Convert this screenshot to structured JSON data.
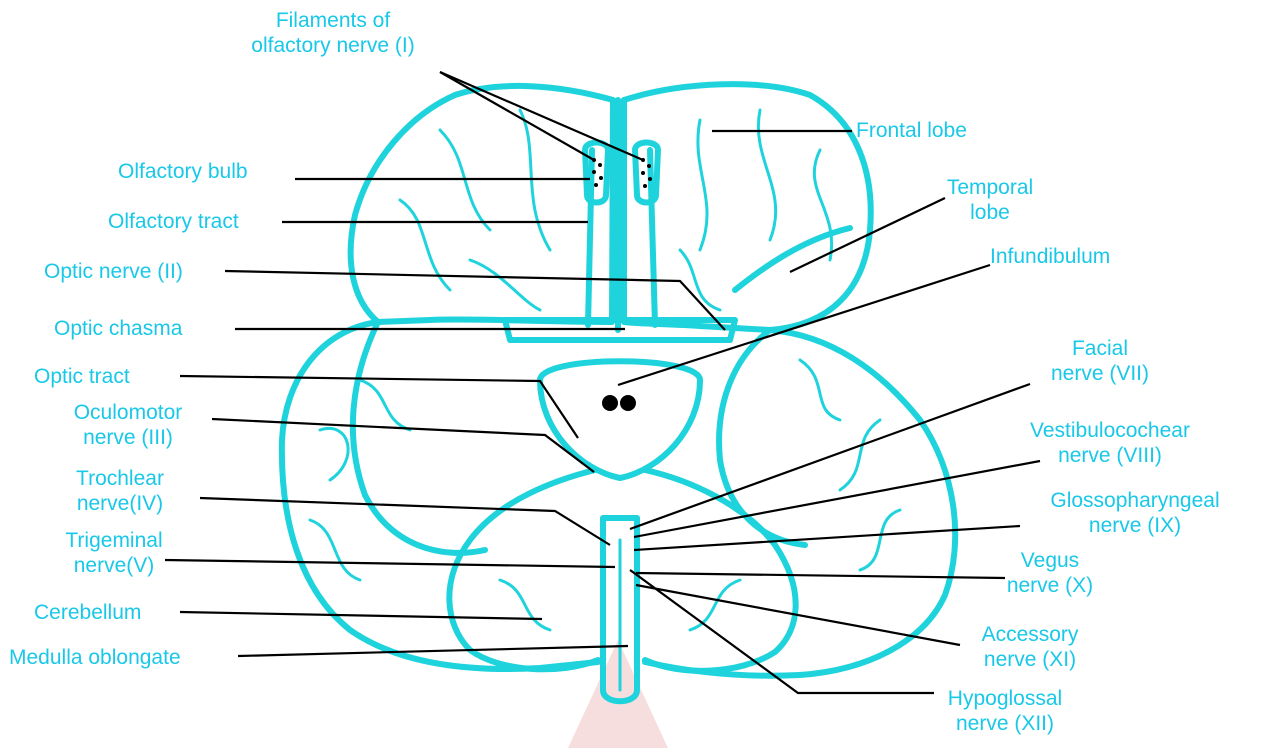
{
  "colors": {
    "anatomy": "#1fd3dc",
    "label_text": "#19c8e8",
    "leader_line": "#000000",
    "watermark": "#f3d0d0"
  },
  "labels": {
    "filaments_line1": "Filaments of",
    "filaments_line2": "olfactory nerve (I)",
    "olfactory_bulb": "Olfactory bulb",
    "olfactory_tract": "Olfactory tract",
    "optic_nerve": "Optic nerve (II)",
    "optic_chasma": "Optic chasma",
    "optic_tract": "Optic tract",
    "oculomotor_line1": "Oculomotor",
    "oculomotor_line2": "nerve (III)",
    "trochlear_line1": "Trochlear",
    "trochlear_line2": "nerve(IV)",
    "trigeminal_line1": "Trigeminal",
    "trigeminal_line2": "nerve(V)",
    "cerebellum": "Cerebellum",
    "medulla": "Medulla oblongate",
    "frontal_lobe": "Frontal lobe",
    "temporal_line1": "Temporal",
    "temporal_line2": "lobe",
    "infundibulum": "Infundibulum",
    "facial_line1": "Facial",
    "facial_line2": "nerve (VII)",
    "vestibulo_line1": "Vestibulocochear",
    "vestibulo_line2": "nerve (VIII)",
    "glosso_line1": "Glossopharyngeal",
    "glosso_line2": "nerve (IX)",
    "vegus_line1": "Vegus",
    "vegus_line2": "nerve (X)",
    "accessory_line1": "Accessory",
    "accessory_line2": "nerve (XI)",
    "hypoglossal_line1": "Hypoglossal",
    "hypoglossal_line2": "nerve (XII)"
  }
}
